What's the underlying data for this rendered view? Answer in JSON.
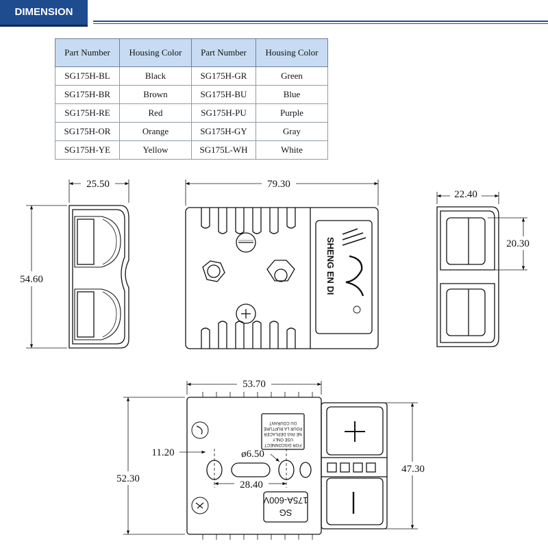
{
  "header": {
    "title": "DIMENSION",
    "accent": "#1f4b8f"
  },
  "table": {
    "headers": [
      "Part Number",
      "Housing Color",
      "Part Number",
      "Housing Color"
    ],
    "rows": [
      [
        "SG175H-BL",
        "Black",
        "SG175H-GR",
        "Green"
      ],
      [
        "SG175H-BR",
        "Brown",
        "SG175H-BU",
        "Blue"
      ],
      [
        "SG175H-RE",
        "Red",
        "SG175H-PU",
        "Purple"
      ],
      [
        "SG175H-OR",
        "Orange",
        "SG175H-GY",
        "Gray"
      ],
      [
        "SG175H-YE",
        "Yellow",
        "SG175L-WH",
        "White"
      ]
    ],
    "header_bg": "#c7dcf2"
  },
  "dimensions": {
    "side_width": "25.50",
    "side_height": "54.60",
    "top_length": "79.30",
    "end_width": "22.40",
    "end_slot_height": "20.30",
    "bottom_length": "53.70",
    "bottom_offset": "11.20",
    "bottom_height": "52.30",
    "hole_diameter": "ø6.50",
    "hole_spacing": "28.40",
    "bottom_contact_height": "47.30"
  },
  "markings": {
    "logo": "SHENG EN DI",
    "model": "SG",
    "rating": "175A-600V",
    "warning_lines": [
      "FOR DISCONNECT",
      "USE ONLY",
      "NE PAS DEPLACER",
      "POUR LA RUPTURE",
      "DU COURANT"
    ],
    "plus_symbol": "+",
    "minus_symbol": "—"
  }
}
